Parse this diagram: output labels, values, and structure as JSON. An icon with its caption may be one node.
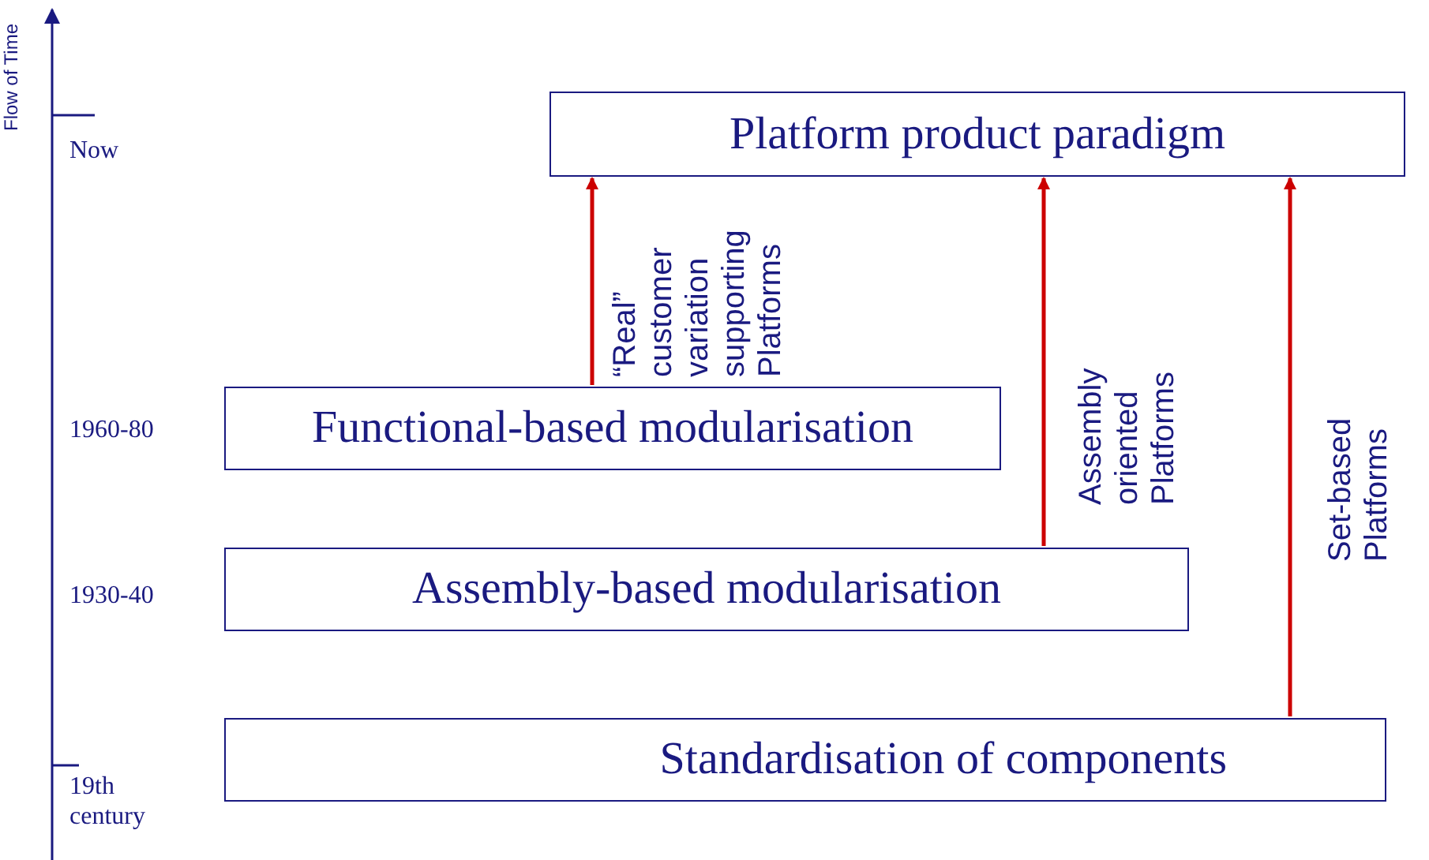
{
  "diagram": {
    "nodes": [
      {
        "text": [
          "Platform product paradigm"
        ]
      },
      {
        "text": [
          "Functional-based modularisation"
        ]
      },
      {
        "text": [
          "Assembly-based modularisation"
        ]
      },
      {
        "text": [
          "Standardisation of components"
        ]
      }
    ],
    "edges": [
      {
        "from": 1,
        "to": 0,
        "arrow": "to",
        "label": "“Real” customer variation supporting Platforms"
      },
      {
        "from": 2,
        "to": 0,
        "arrow": "to",
        "label": "Assembly oriented Platforms"
      },
      {
        "from": 3,
        "to": 0,
        "arrow": "to",
        "label": "Set-based Platforms"
      }
    ],
    "labels": [
      "Flow of Time",
      "Now",
      "1960-80",
      "1930-40",
      "19th century"
    ]
  }
}
